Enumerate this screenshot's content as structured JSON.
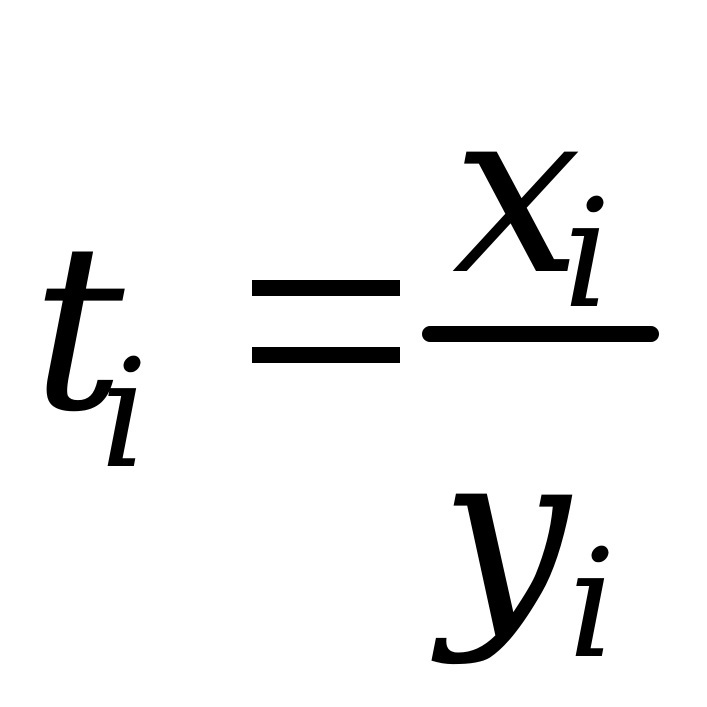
{
  "formula": {
    "lhs": {
      "base": "t",
      "subscript": "i"
    },
    "operator": "=",
    "numerator": {
      "base": "x",
      "subscript": "i"
    },
    "denominator": {
      "base": "y",
      "subscript": "i"
    }
  },
  "colors": {
    "ink": "#000000",
    "background": "#ffffff"
  }
}
